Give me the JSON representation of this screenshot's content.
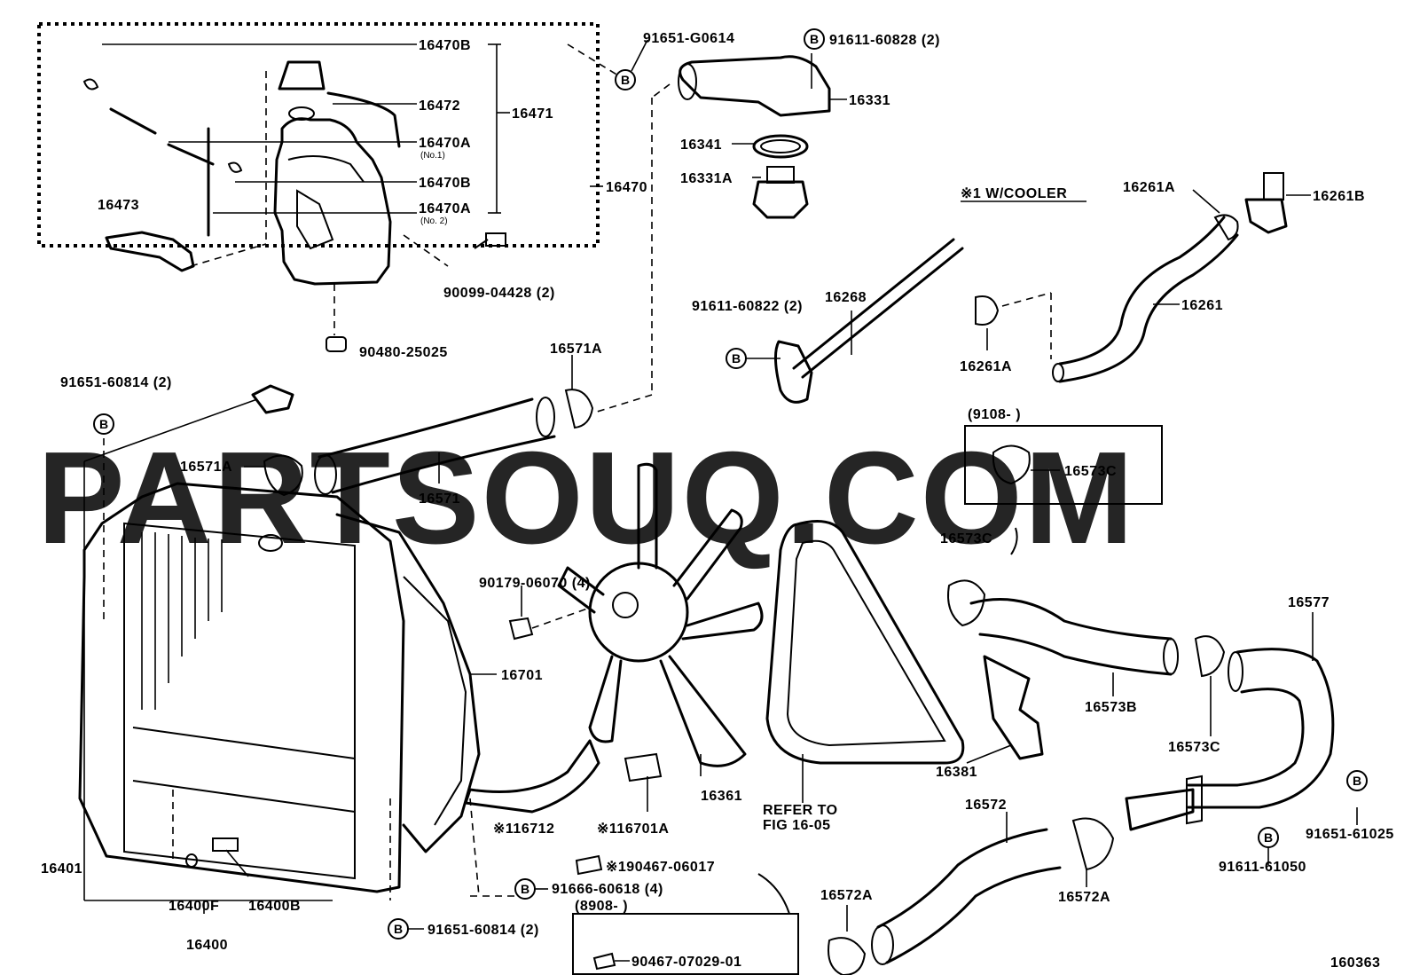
{
  "watermark": "PARTSOUQ.COM",
  "diagram_id": "160363",
  "note_cooler": "※1 W/COOLER",
  "date_range_1": "(9108-        )",
  "date_range_2": "(8908-        )",
  "refer_line1": "REFER TO",
  "refer_line2": "FIG 16-05",
  "bolt_symbol": "B",
  "parts": {
    "p16470B_top": "16470B",
    "p16472": "16472",
    "p16471": "16471",
    "p16470A_no1": "16470A",
    "p16470A_no1_sub": "(No.1)",
    "p16470B_mid": "16470B",
    "p16470A_no2": "16470A",
    "p16470A_no2_sub": "(No. 2)",
    "p16470": "16470",
    "p16473": "16473",
    "p90099": "90099-04428 (2)",
    "p90480": "90480-25025",
    "p91651_G0614": "91651-G0614",
    "p91611_60828": "91611-60828 (2)",
    "p16331": "16331",
    "p16341": "16341",
    "p16331A": "16331A",
    "p16261A_top": "16261A",
    "p16261B": "16261B",
    "p16261": "16261",
    "p91611_60822": "91611-60822 (2)",
    "p16268": "16268",
    "p16261A_low": "16261A",
    "p91651_60814_top": "91651-60814 (2)",
    "p16571A_top": "16571A",
    "p16571A_left": "16571A",
    "p16571": "16571",
    "p16573C_box": "16573C",
    "p16573C_left": "16573C",
    "p16577": "16577",
    "p90179": "90179-06070 (4)",
    "p16701": "16701",
    "p16573B": "16573B",
    "p16573C_low": "16573C",
    "p16381": "16381",
    "p16361": "16361",
    "p16712": "※116712",
    "p16701A": "※116701A",
    "p90467_06017": "※190467-06017",
    "p91666": "91666-60618 (4)",
    "p90467_07029": "90467-07029-01",
    "p16572": "16572",
    "p16572A_left": "16572A",
    "p16572A_right": "16572A",
    "p91611_61050": "91611-61050",
    "p91651_61025": "91651-61025",
    "p16401": "16401",
    "p16400F": "16400F",
    "p16400B": "16400B",
    "p16400": "16400",
    "p91651_60814_bot": "91651-60814 (2)"
  }
}
